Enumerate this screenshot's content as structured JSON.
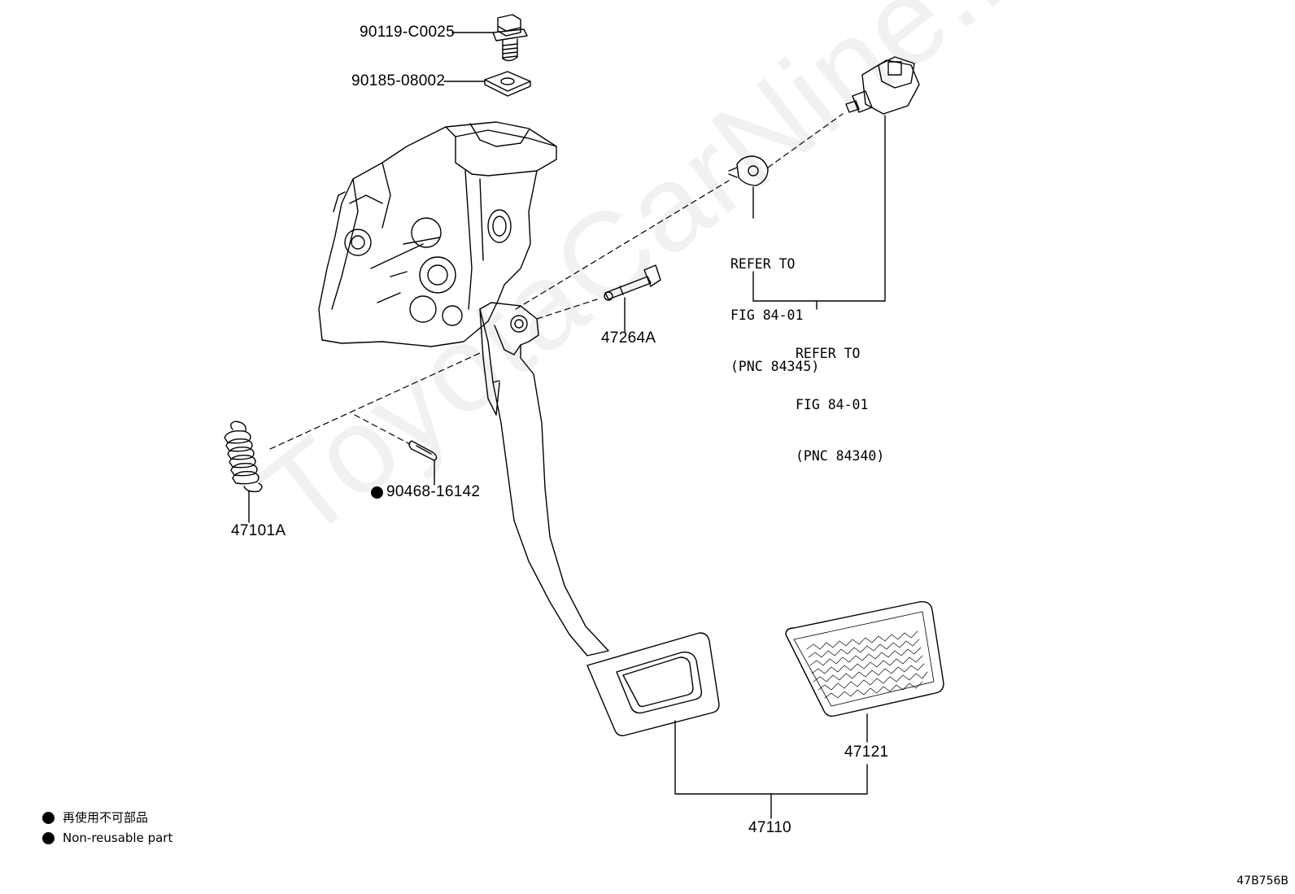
{
  "watermark": "ToyotaCarNine.ru",
  "parts": {
    "bolt": "90119-C0025",
    "nut": "90185-08002",
    "pin": "47264A",
    "spring": "47101A",
    "clip": "90468-16142",
    "pedal_pad": "47121",
    "pedal_assy": "47110"
  },
  "refs": {
    "stop_lamp_switch_cushion": [
      "REFER TO",
      "FIG 84-01",
      "(PNC 84345)"
    ],
    "stop_lamp_switch": [
      "REFER TO",
      "FIG 84-01",
      "(PNC 84340)"
    ]
  },
  "legend": {
    "japanese": "再使用不可部品",
    "english": "Non-reusable part"
  },
  "illustration_code": "47B756B"
}
